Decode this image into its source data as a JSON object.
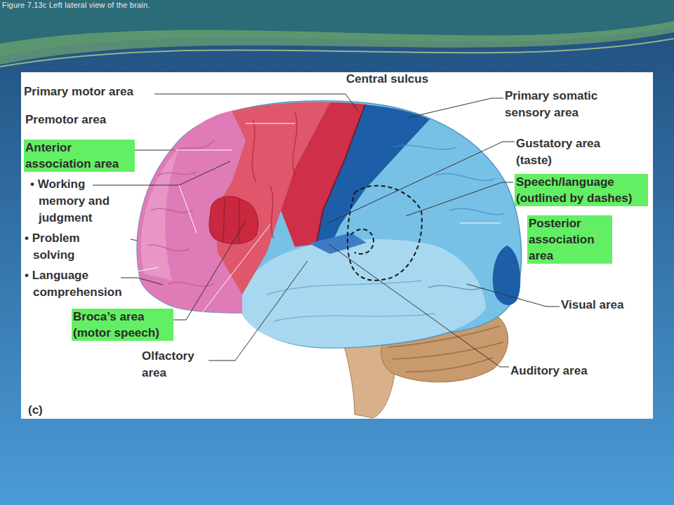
{
  "diagram": {
    "title": "Figure 7.13c Left lateral view of the brain.",
    "nodes": [
      {
        "text": [
          "Anterior association area"
        ]
      },
      {
        "text": [
          "Speech/language (outlined by dashes)"
        ]
      },
      {
        "text": [
          "Posterior association area"
        ]
      },
      {
        "text": [
          "Broca’s area (motor speech)"
        ]
      }
    ],
    "labels": [
      "Central sulcus",
      "Primary motor area",
      "Premotor area",
      "Primary somatic sensory area",
      "Gustatory area (taste)",
      "• Working memory and judgment",
      "• Problem solving",
      "• Language comprehension",
      "Visual area",
      "Olfactory area",
      "Auditory area",
      "(c)"
    ]
  }
}
